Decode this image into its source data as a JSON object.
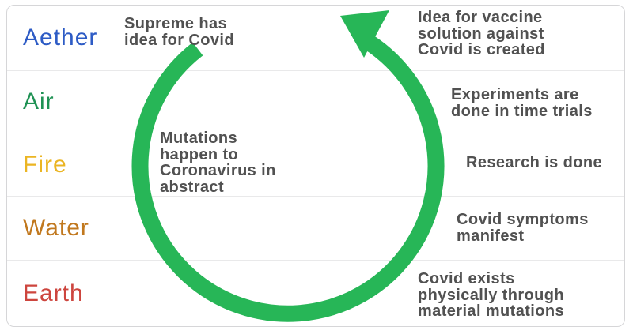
{
  "diagram": {
    "rows": [
      {
        "label": "Aether",
        "color": "#2d5bc5"
      },
      {
        "label": "Air",
        "color": "#1f9254"
      },
      {
        "label": "Fire",
        "color": "#ebb523"
      },
      {
        "label": "Water",
        "color": "#c1781e"
      },
      {
        "label": "Earth",
        "color": "#cd453e"
      }
    ],
    "annotations": {
      "supreme_idea": {
        "lines": [
          "Supreme has",
          "idea for Covid"
        ]
      },
      "vaccine_idea": {
        "lines": [
          "Idea for vaccine",
          "solution against",
          "Covid is created"
        ]
      },
      "experiments": {
        "lines": [
          "Experiments are",
          "done in time trials"
        ]
      },
      "mutations": {
        "lines": [
          "Mutations",
          "happen to",
          "Coronavirus in",
          "abstract"
        ]
      },
      "research": {
        "lines": [
          "Research is done"
        ]
      },
      "symptoms": {
        "lines": [
          "Covid symptoms",
          "manifest"
        ]
      },
      "material": {
        "lines": [
          "Covid exists",
          "physically through",
          "material mutations"
        ]
      }
    },
    "arrow": {
      "color": "#27b657",
      "direction": "counterclockwise"
    },
    "text_color": "#515151"
  }
}
